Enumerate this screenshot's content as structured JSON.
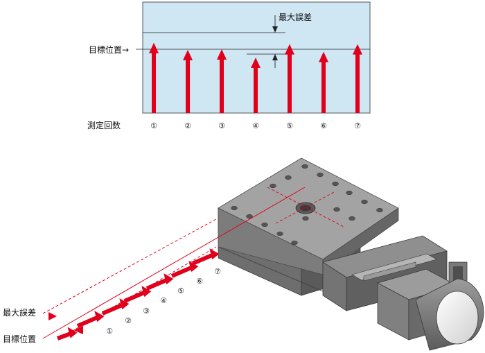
{
  "top_chart": {
    "max_error_label": "最大誤差",
    "target_position_label": "目標位置→",
    "measurement_count_label": "測定回数",
    "trial_labels": [
      "①",
      "②",
      "③",
      "④",
      "⑤",
      "⑥",
      "⑦"
    ],
    "relative_heights": [
      1.1,
      0.99,
      1.0,
      0.87,
      1.08,
      0.96,
      1.08
    ],
    "panel_color": "#cfe6f3",
    "arrow_color": "#e0001b"
  },
  "stage_illustration": {
    "max_error_label": "最大誤差",
    "target_position_label": "目標位置",
    "trial_labels": [
      "①",
      "②",
      "③",
      "④",
      "⑤",
      "⑥",
      "⑦"
    ],
    "arrow_color": "#e0001b",
    "body_color": "#8a8a8a"
  }
}
